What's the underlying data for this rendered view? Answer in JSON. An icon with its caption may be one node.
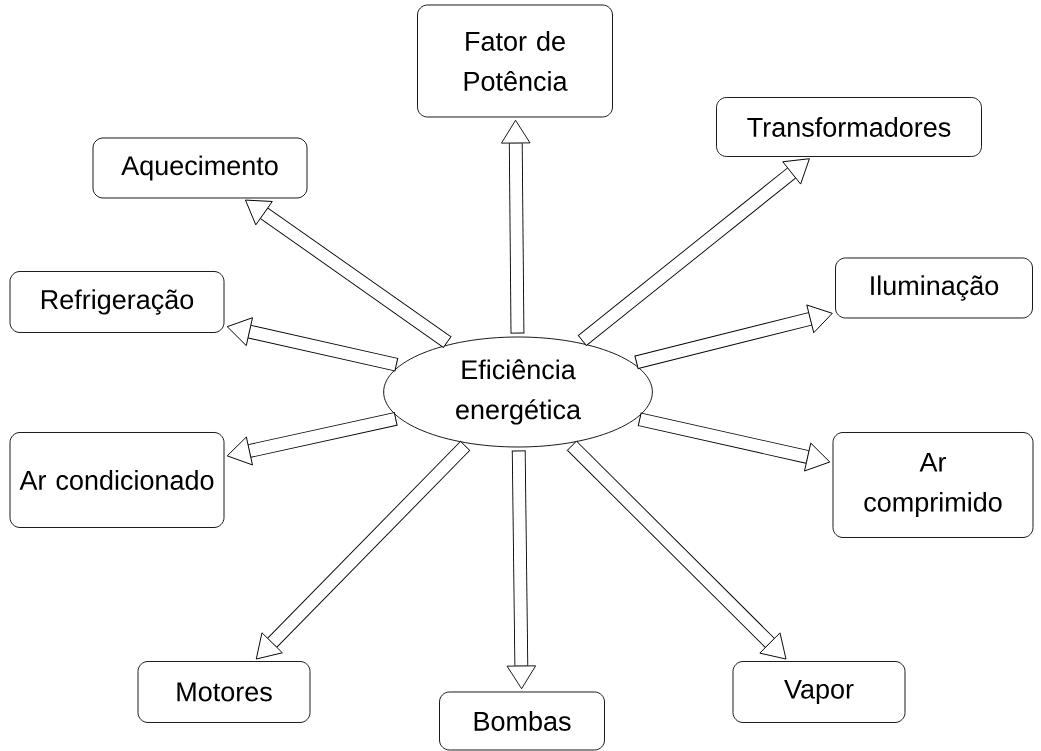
{
  "diagram": {
    "nodes": [
      {
        "text": [
          "Eficiência energética"
        ]
      },
      {
        "text": [
          "Fator de Potência"
        ]
      },
      {
        "text": [
          "Aquecimento"
        ]
      },
      {
        "text": [
          "Transformadores"
        ]
      },
      {
        "text": [
          "Refrigeração"
        ]
      },
      {
        "text": [
          "Iluminação"
        ]
      },
      {
        "text": [
          "Ar condicionado"
        ]
      },
      {
        "text": [
          "Ar comprimido"
        ]
      },
      {
        "text": [
          "Motores"
        ]
      },
      {
        "text": [
          "Bombas"
        ]
      },
      {
        "text": [
          "Vapor"
        ]
      }
    ],
    "edges": [
      {
        "from": 0,
        "to": 1,
        "arrow": "to"
      },
      {
        "from": 0,
        "to": 2,
        "arrow": "to"
      },
      {
        "from": 0,
        "to": 3,
        "arrow": "to"
      },
      {
        "from": 0,
        "to": 4,
        "arrow": "to"
      },
      {
        "from": 0,
        "to": 5,
        "arrow": "to"
      },
      {
        "from": 0,
        "to": 6,
        "arrow": "to"
      },
      {
        "from": 0,
        "to": 7,
        "arrow": "to"
      },
      {
        "from": 0,
        "to": 8,
        "arrow": "to"
      },
      {
        "from": 0,
        "to": 9,
        "arrow": "to"
      },
      {
        "from": 0,
        "to": 10,
        "arrow": "to"
      }
    ]
  }
}
